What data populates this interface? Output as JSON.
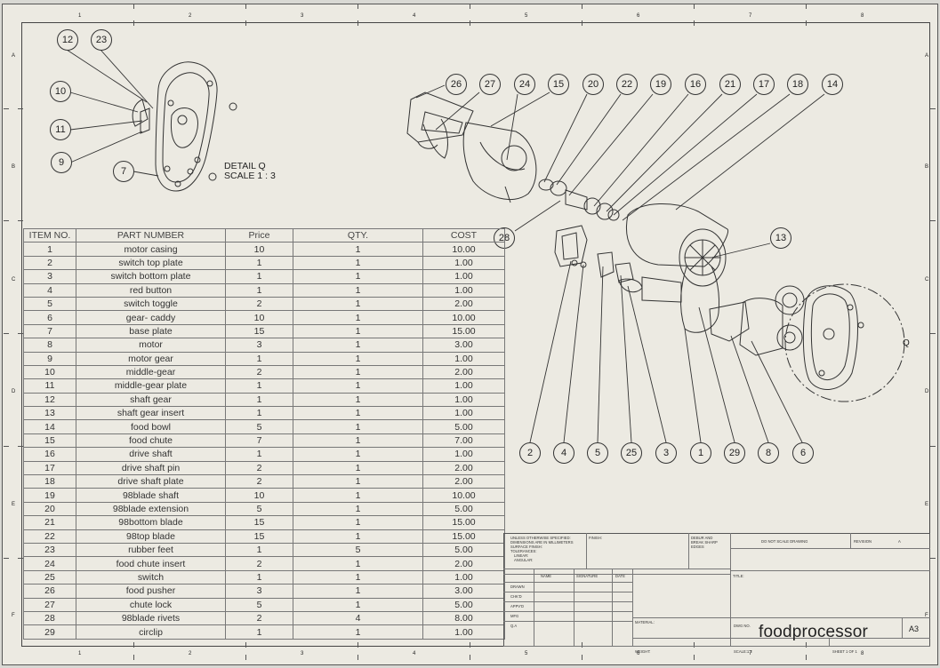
{
  "sheet": {
    "zones_horizontal": [
      "1",
      "2",
      "3",
      "4",
      "5",
      "6",
      "7",
      "8"
    ],
    "zones_vertical": [
      "A",
      "B",
      "C",
      "D",
      "E",
      "F"
    ]
  },
  "detail": {
    "title": "DETAIL Q",
    "scale": "SCALE 1 : 3",
    "view_letter": "Q"
  },
  "bom": {
    "headers": [
      "ITEM NO.",
      "PART NUMBER",
      "Price",
      "QTY.",
      "COST"
    ],
    "rows": [
      [
        "1",
        "motor casing",
        "10",
        "1",
        "10.00"
      ],
      [
        "2",
        "switch top plate",
        "1",
        "1",
        "1.00"
      ],
      [
        "3",
        "switch bottom plate",
        "1",
        "1",
        "1.00"
      ],
      [
        "4",
        "red button",
        "1",
        "1",
        "1.00"
      ],
      [
        "5",
        "switch toggle",
        "2",
        "1",
        "2.00"
      ],
      [
        "6",
        "gear- caddy",
        "10",
        "1",
        "10.00"
      ],
      [
        "7",
        "base plate",
        "15",
        "1",
        "15.00"
      ],
      [
        "8",
        "motor",
        "3",
        "1",
        "3.00"
      ],
      [
        "9",
        "motor gear",
        "1",
        "1",
        "1.00"
      ],
      [
        "10",
        "middle-gear",
        "2",
        "1",
        "2.00"
      ],
      [
        "11",
        "middle-gear plate",
        "1",
        "1",
        "1.00"
      ],
      [
        "12",
        "shaft gear",
        "1",
        "1",
        "1.00"
      ],
      [
        "13",
        "shaft gear insert",
        "1",
        "1",
        "1.00"
      ],
      [
        "14",
        "food bowl",
        "5",
        "1",
        "5.00"
      ],
      [
        "15",
        "food chute",
        "7",
        "1",
        "7.00"
      ],
      [
        "16",
        "drive shaft",
        "1",
        "1",
        "1.00"
      ],
      [
        "17",
        "drive shaft pin",
        "2",
        "1",
        "2.00"
      ],
      [
        "18",
        "drive shaft plate",
        "2",
        "1",
        "2.00"
      ],
      [
        "19",
        "98blade shaft",
        "10",
        "1",
        "10.00"
      ],
      [
        "20",
        "98blade extension",
        "5",
        "1",
        "5.00"
      ],
      [
        "21",
        "98bottom blade",
        "15",
        "1",
        "15.00"
      ],
      [
        "22",
        "98top blade",
        "15",
        "1",
        "15.00"
      ],
      [
        "23",
        "rubber feet",
        "1",
        "5",
        "5.00"
      ],
      [
        "24",
        "food chute insert",
        "2",
        "1",
        "2.00"
      ],
      [
        "25",
        "switch",
        "1",
        "1",
        "1.00"
      ],
      [
        "26",
        "food pusher",
        "3",
        "1",
        "3.00"
      ],
      [
        "27",
        "chute lock",
        "5",
        "1",
        "5.00"
      ],
      [
        "28",
        "98blade rivets",
        "2",
        "4",
        "8.00"
      ],
      [
        "29",
        "circlip",
        "1",
        "1",
        "1.00"
      ]
    ]
  },
  "balloons": {
    "detail": [
      "12",
      "23",
      "10",
      "11",
      "9",
      "7"
    ],
    "top_row": [
      "26",
      "27",
      "24",
      "15",
      "20",
      "22",
      "19",
      "16",
      "21",
      "17",
      "18",
      "14"
    ],
    "side": [
      "28",
      "13"
    ],
    "bottom_row": [
      "2",
      "4",
      "5",
      "25",
      "3",
      "1",
      "29",
      "8",
      "6"
    ]
  },
  "title_block": {
    "unless_note": [
      "UNLESS OTHERWISE SPECIFIED:",
      "DIMENSIONS ARE IN MILLIMETERS",
      "SURFACE FINISH:",
      "TOLERANCES:",
      "LINEAR:",
      "ANGULAR:"
    ],
    "finish": "FINISH:",
    "deburr": [
      "DEBUR AND",
      "BREAK SHARP",
      "EDGES"
    ],
    "do_not_scale": "DO NOT SCALE DRAWING",
    "revision": "REVISION",
    "revision_value": "A",
    "col_heads": [
      "NAME",
      "SIGNATURE",
      "DATE"
    ],
    "rows": [
      "DRAWN",
      "CHK'D",
      "APPV'D",
      "MFG",
      "Q.A"
    ],
    "title": "TITLE:",
    "material": "MATERIAL:",
    "dwg_no": "DWG NO.",
    "weight": "WEIGHT:",
    "scale": "SCALE:1:2",
    "sheet": "SHEET 1 OF 1",
    "drawing_name": "foodprocessor",
    "size": "A3"
  }
}
